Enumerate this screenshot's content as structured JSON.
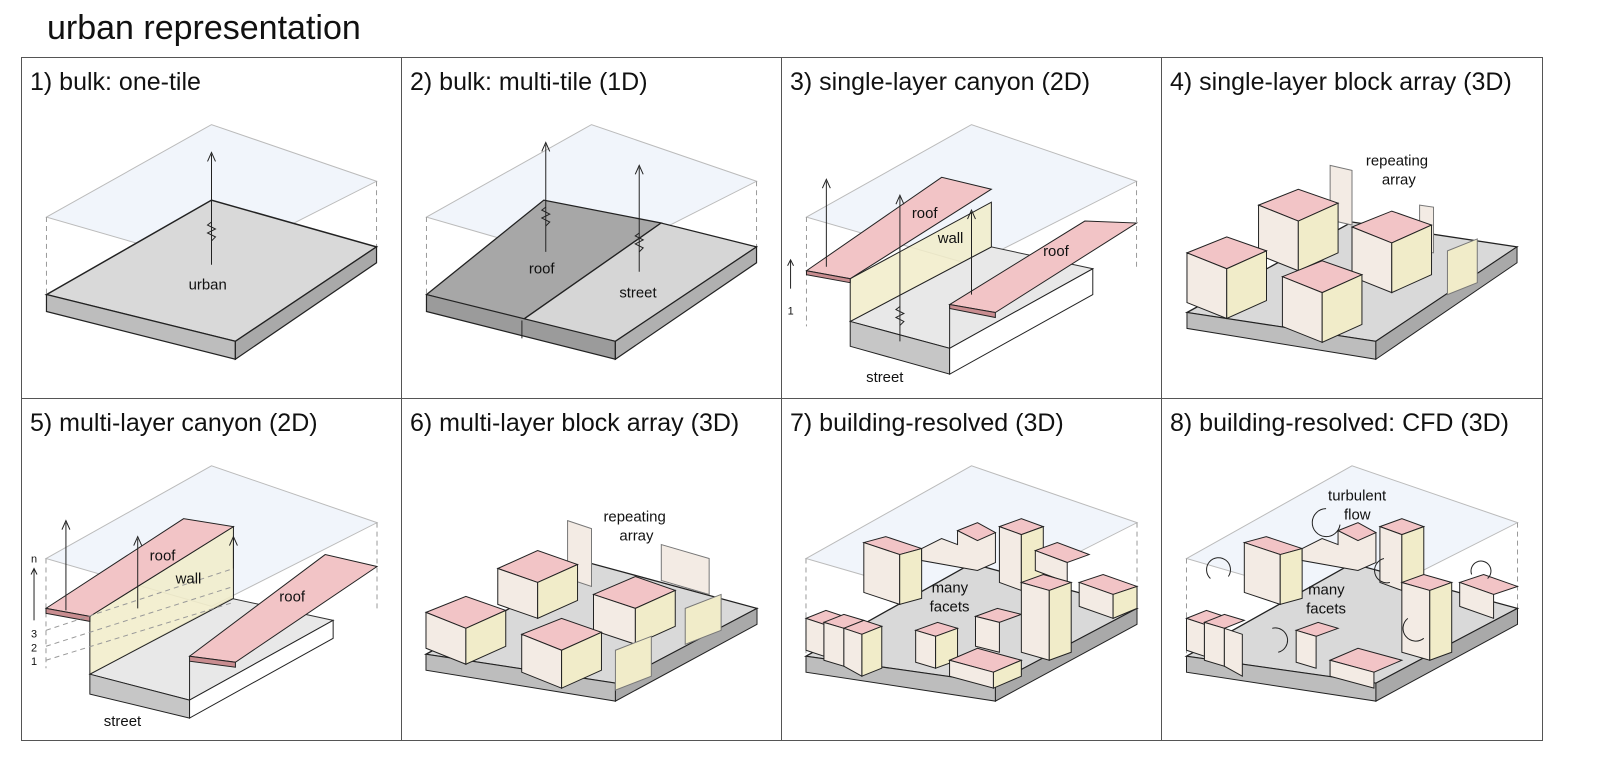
{
  "title": "urban representation",
  "panels": [
    {
      "title": "1) bulk: one-tile",
      "labels": {
        "urban": "urban"
      }
    },
    {
      "title": "2) bulk: multi-tile (1D)",
      "labels": {
        "roof": "roof",
        "street": "street"
      }
    },
    {
      "title": "3) single-layer canyon (2D)",
      "labels": {
        "roof": "roof",
        "roof2": "roof",
        "wall": "wall",
        "street": "street",
        "level1": "1"
      }
    },
    {
      "title": "4) single-layer block array (3D)",
      "labels": {
        "repeating": "repeating",
        "array": "array"
      }
    },
    {
      "title": "5) multi-layer canyon (2D)",
      "labels": {
        "roof": "roof",
        "roof2": "roof",
        "wall": "wall",
        "street": "street",
        "n": "n",
        "l3": "3",
        "l2": "2",
        "l1": "1"
      }
    },
    {
      "title": "6) multi-layer block array (3D)",
      "labels": {
        "repeating": "repeating",
        "array": "array"
      }
    },
    {
      "title": "7) building-resolved (3D)",
      "labels": {
        "many": "many",
        "facets": "facets"
      }
    },
    {
      "title": "8) building-resolved: CFD (3D)",
      "labels": {
        "turbulent": "turbulent",
        "flow": "flow",
        "many": "many",
        "facets": "facets"
      }
    }
  ],
  "colors": {
    "ground_top": "#d9d9d9",
    "ground_side": "#bdbdbd",
    "roof_pink": "#f2c4c6",
    "wall_yellow": "#f1ecc9",
    "wall_cream": "#f3ebe4",
    "sky_box": "#e6edf7",
    "dark_tile": "#a7a7a7"
  }
}
